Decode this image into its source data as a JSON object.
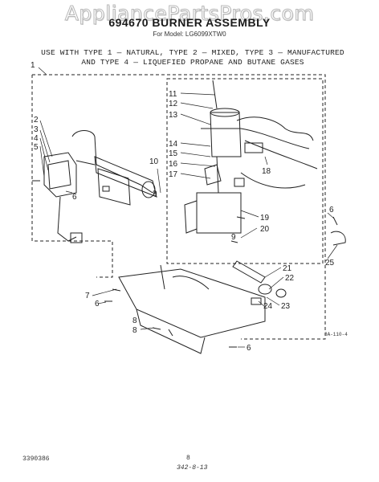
{
  "watermark": "AppliancePartsPros.com",
  "header": {
    "title": "694670 BURNER ASSEMBLY",
    "model": "For Model: LG6099XTW0"
  },
  "gas_note": {
    "line1": "USE WITH TYPE 1 — NATURAL, TYPE 2 — MIXED, TYPE 3 — MANUFACTURED",
    "line2": "AND TYPE 4 — LIQUEFIED PROPANE AND BUTANE GASES"
  },
  "callouts": [
    "1",
    "2",
    "3",
    "4",
    "5",
    "6",
    "7",
    "8",
    "9",
    "10",
    "11",
    "12",
    "13",
    "14",
    "15",
    "16",
    "17",
    "18",
    "19",
    "20",
    "21",
    "22",
    "23",
    "24",
    "25",
    "6",
    "6",
    "9",
    "8",
    "6"
  ],
  "footer": {
    "code": "3390386",
    "page": "8",
    "sub": "342-8-13",
    "ref": "8A-110-4"
  },
  "colors": {
    "ink": "#222222",
    "watermark_stroke": "#b8b8b8"
  }
}
